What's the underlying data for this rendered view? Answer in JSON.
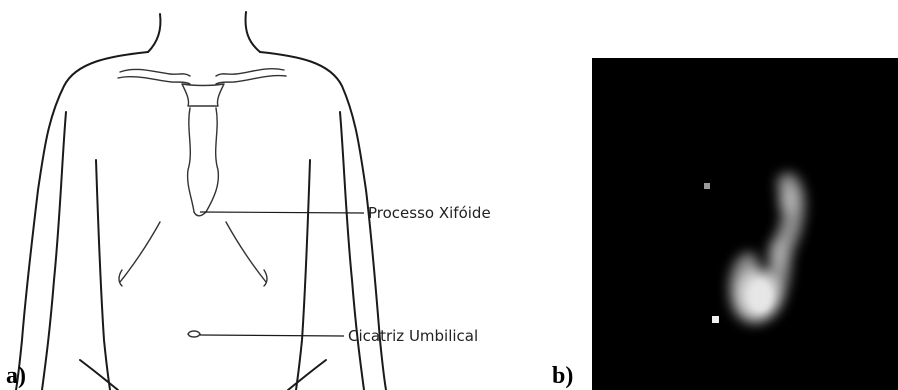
{
  "panel_a": {
    "letter": "a)",
    "labels": {
      "xiphoid": "Processo Xifóide",
      "umbilicus": "Cicatriz Umbilical"
    }
  },
  "panel_b": {
    "letter": "b)"
  },
  "colors": {
    "line": "#1a1a1a",
    "scan_background": "#000000",
    "scan_signal": "#d8d8d8"
  }
}
